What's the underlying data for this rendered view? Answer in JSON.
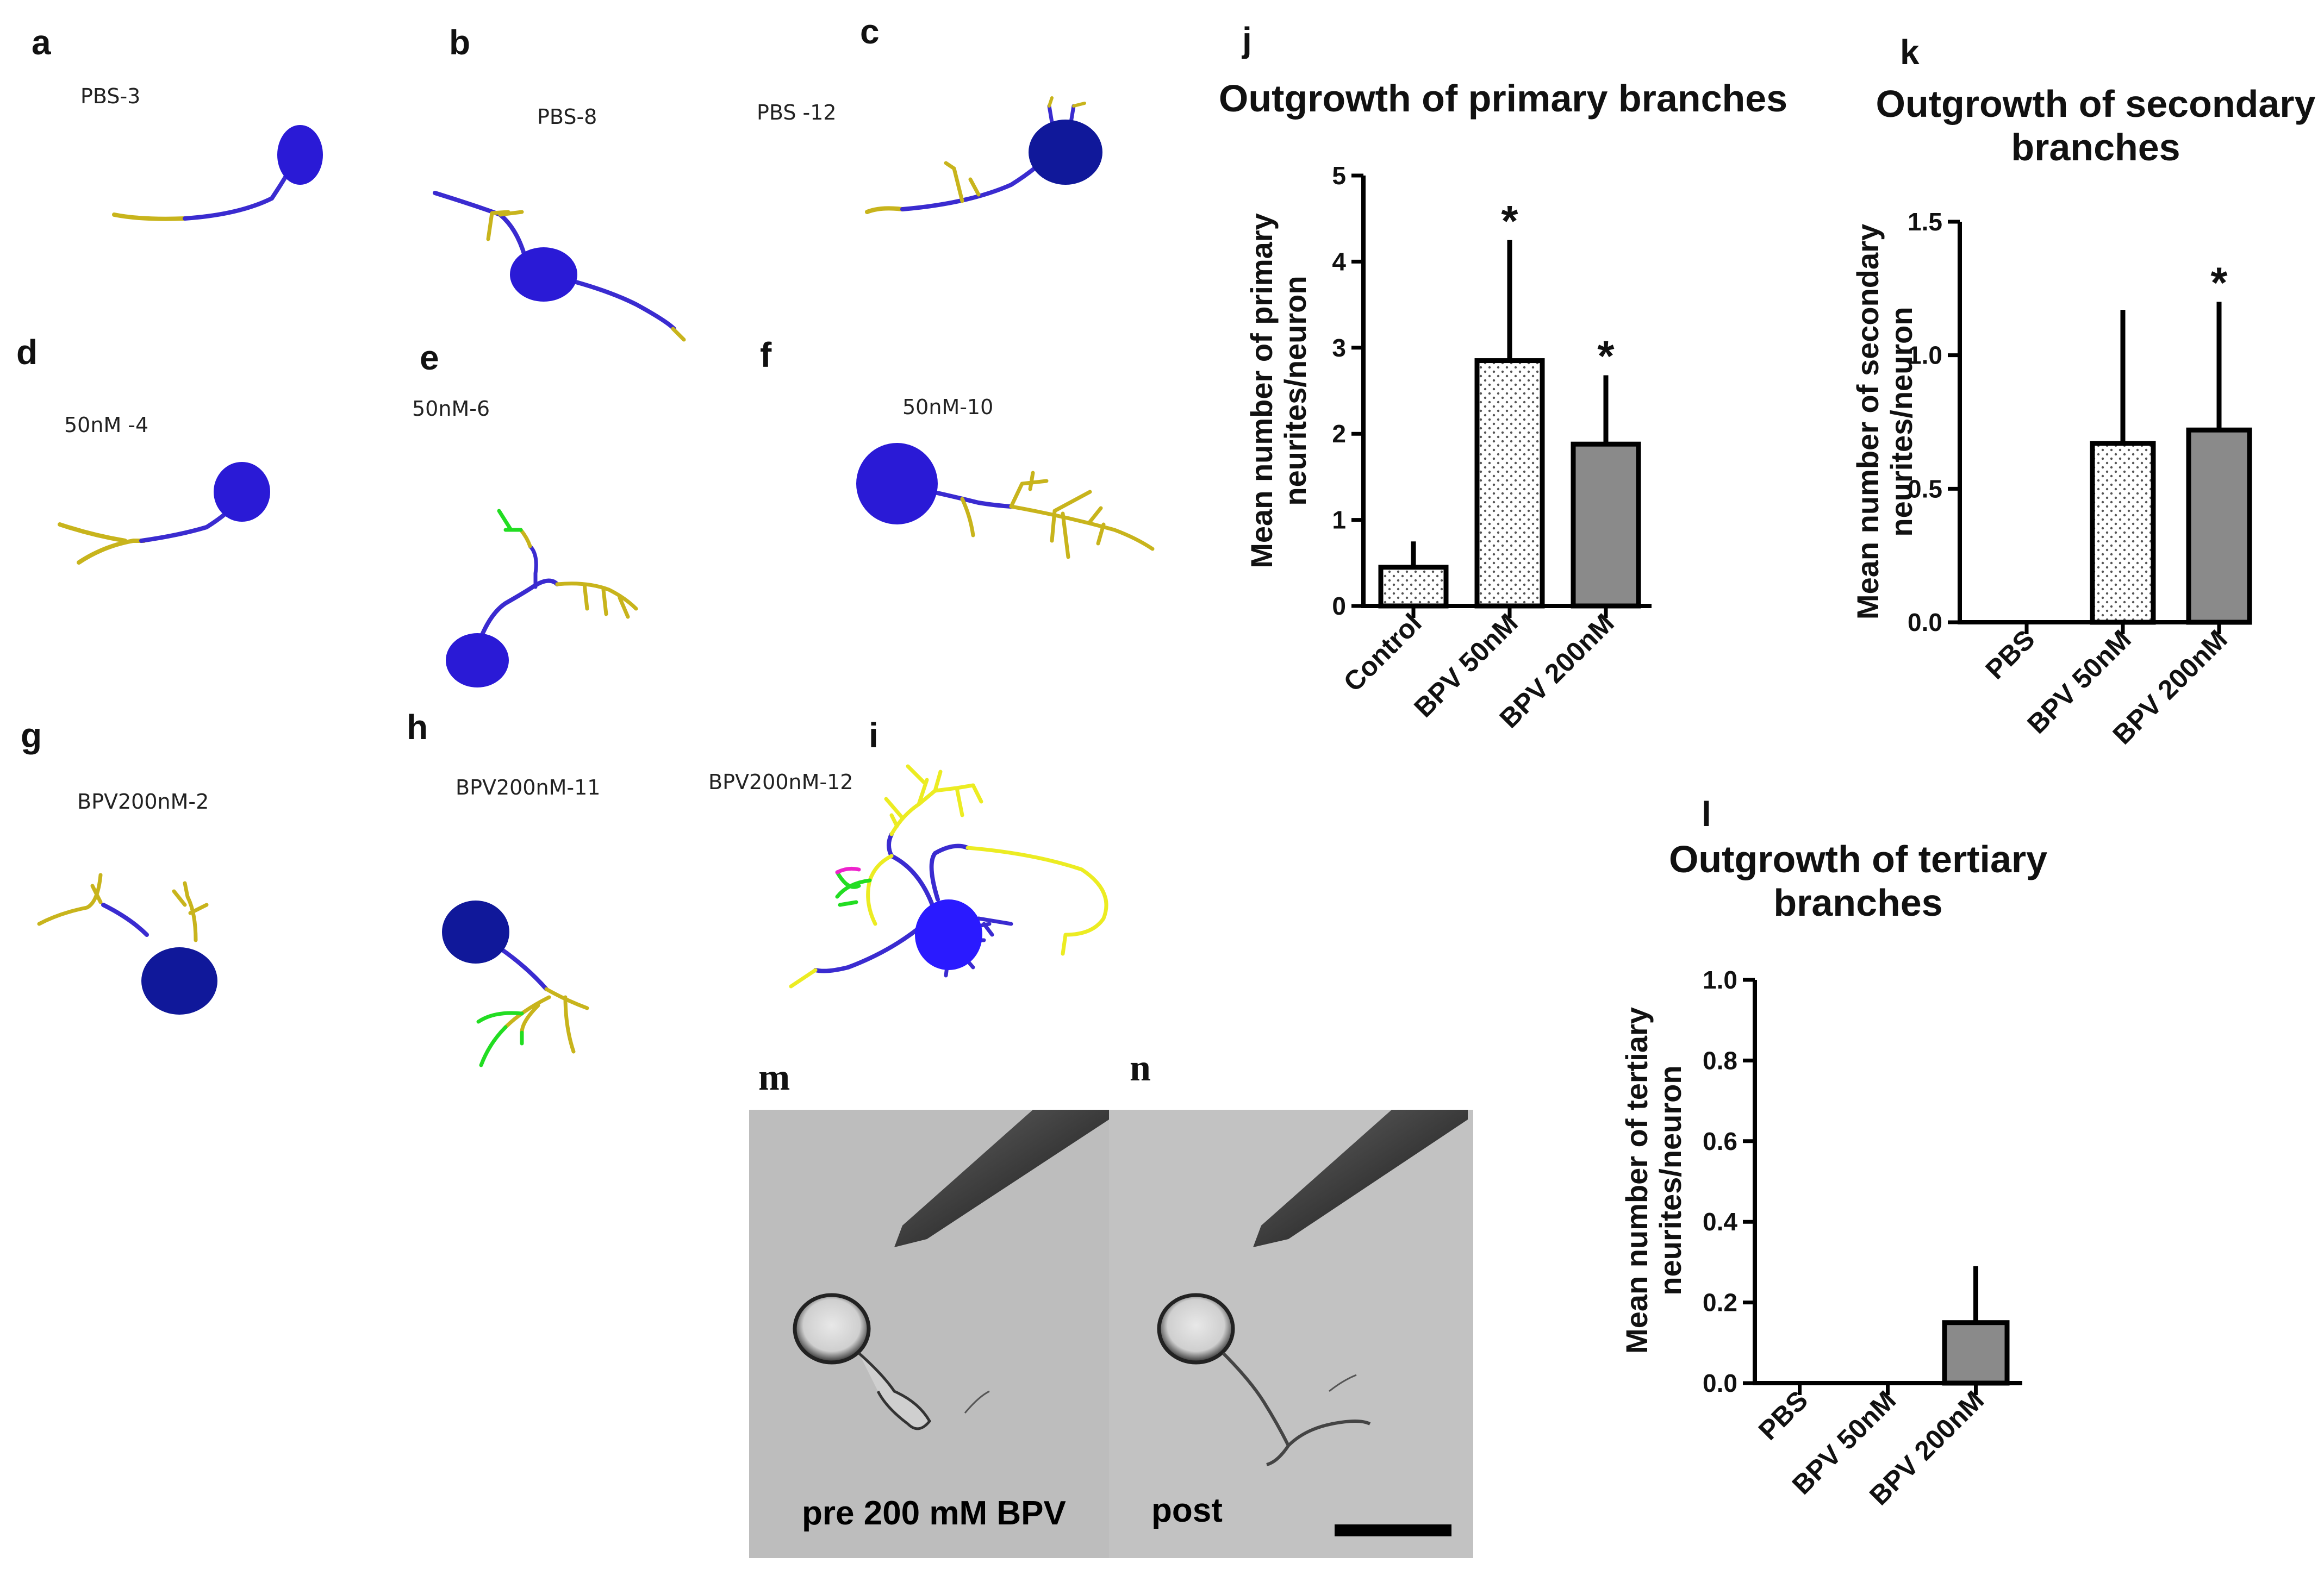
{
  "colors": {
    "soma": "#2a1ad6",
    "soma_dark": "#10189a",
    "primary_neurite": "#3a2bd0",
    "secondary_neurite": "#c8b41c",
    "tertiary_neurite": "#22dd22",
    "quaternary_neurite": "#ee22cc",
    "bright_yellow": "#ecec22",
    "bar_dark": "#8a8a8a",
    "bar_light": "#ffffff"
  },
  "tracings": [
    {
      "letter": "a",
      "label": "PBS-3"
    },
    {
      "letter": "b",
      "label": "PBS-8"
    },
    {
      "letter": "c",
      "label": "PBS -12"
    },
    {
      "letter": "d",
      "label": "50nM -4"
    },
    {
      "letter": "e",
      "label": "50nM-6"
    },
    {
      "letter": "f",
      "label": "50nM-10"
    },
    {
      "letter": "g",
      "label": "BPV200nM-2"
    },
    {
      "letter": "h",
      "label": "BPV200nM-11"
    },
    {
      "letter": "i",
      "label": "BPV200nM-12"
    }
  ],
  "photos": {
    "m": {
      "letter": "m",
      "caption": "pre 200 mM BPV"
    },
    "n": {
      "letter": "n",
      "caption": "post"
    }
  },
  "chart_data": [
    {
      "panel": "j",
      "type": "bar",
      "title": "Outgrowth of primary branches",
      "ylabel": [
        "Mean number of primary",
        "neurites/neuron"
      ],
      "categories": [
        "Control",
        "BPV 50nM",
        "BPV 200nM"
      ],
      "values": [
        0.45,
        2.85,
        1.88
      ],
      "error": [
        0.3,
        1.4,
        0.8
      ],
      "significant": [
        false,
        true,
        true
      ],
      "fills": [
        "dotted",
        "dotted",
        "dark"
      ],
      "ylim": [
        0,
        5
      ],
      "yticks": [
        "0",
        "1",
        "2",
        "3",
        "4",
        "5"
      ]
    },
    {
      "panel": "k",
      "type": "bar",
      "title": [
        "Outgrowth of secondary",
        "branches"
      ],
      "ylabel": [
        "Mean number of secondary",
        "neurites/neuron"
      ],
      "categories": [
        "PBS",
        "BPV 50nM",
        "BPV 200nM"
      ],
      "values": [
        0,
        0.67,
        0.72
      ],
      "error": [
        0,
        0.5,
        0.48
      ],
      "significant": [
        false,
        false,
        true
      ],
      "fills": [
        "dotted",
        "dotted",
        "dark"
      ],
      "ylim": [
        0,
        1.5
      ],
      "yticks": [
        "0.0",
        "0.5",
        "1.0",
        "1.5"
      ]
    },
    {
      "panel": "l",
      "type": "bar",
      "title": [
        "Outgrowth of tertiary",
        "branches"
      ],
      "ylabel": [
        "Mean number of tertiary",
        "neurites/neuron"
      ],
      "categories": [
        "PBS",
        "BPV 50nM",
        "BPV 200nM"
      ],
      "values": [
        0,
        0,
        0.15
      ],
      "error": [
        0,
        0,
        0.14
      ],
      "significant": [
        false,
        false,
        false
      ],
      "fills": [
        "dotted",
        "dotted",
        "dark"
      ],
      "ylim": [
        0,
        1.0
      ],
      "yticks": [
        "0.0",
        "0.2",
        "0.4",
        "0.6",
        "0.8",
        "1.0"
      ]
    }
  ]
}
